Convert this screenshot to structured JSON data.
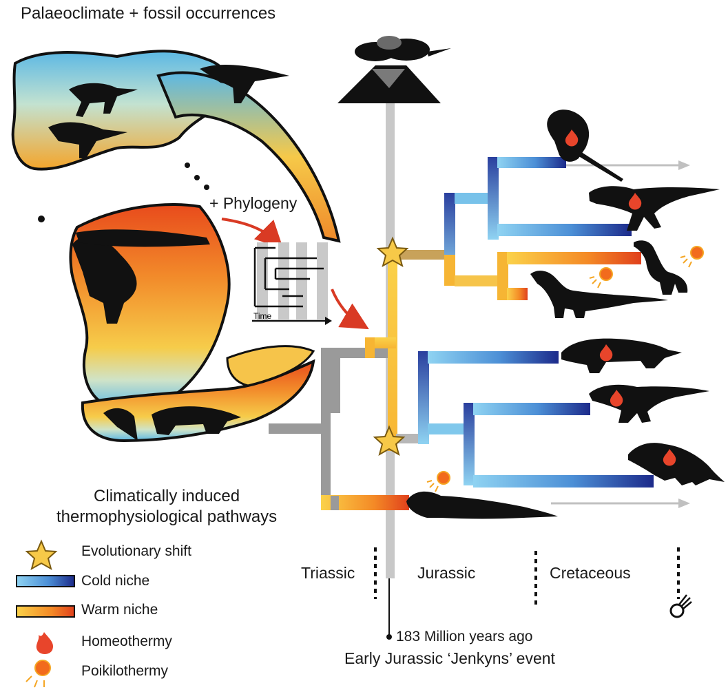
{
  "title": "Palaeoclimate + fossil occurrences",
  "phylogeny_label": "+ Phylogeny",
  "inset_axis_label": "Time",
  "legend": {
    "title_line1": "Climatically induced",
    "title_line2": "thermophysiological pathways",
    "items": [
      {
        "label": "Evolutionary shift",
        "icon": "star-icon",
        "color": "#f7c948"
      },
      {
        "label": "Cold niche",
        "icon": "cold-gradient-swatch",
        "color": "#5bb8e6"
      },
      {
        "label": "Warm niche",
        "icon": "warm-gradient-swatch",
        "color": "#f28c28"
      },
      {
        "label": "Homeothermy",
        "icon": "flame-icon",
        "color": "#e8452b"
      },
      {
        "label": "Poikilothermy",
        "icon": "sun-dot-icon",
        "color": "#f26b1d"
      }
    ]
  },
  "periods": [
    "Triassic",
    "Jurassic",
    "Cretaceous"
  ],
  "event": {
    "date": "183 Million years ago",
    "name": "Early Jurassic ‘Jenkyns’ event"
  },
  "colors": {
    "cold_light": "#7cc8ec",
    "cold_dark": "#1f2f8f",
    "warm_light": "#f9c93c",
    "warm_dark": "#e2451c",
    "timeline": "#c8c8c8",
    "stem": "#9a9a9a"
  }
}
